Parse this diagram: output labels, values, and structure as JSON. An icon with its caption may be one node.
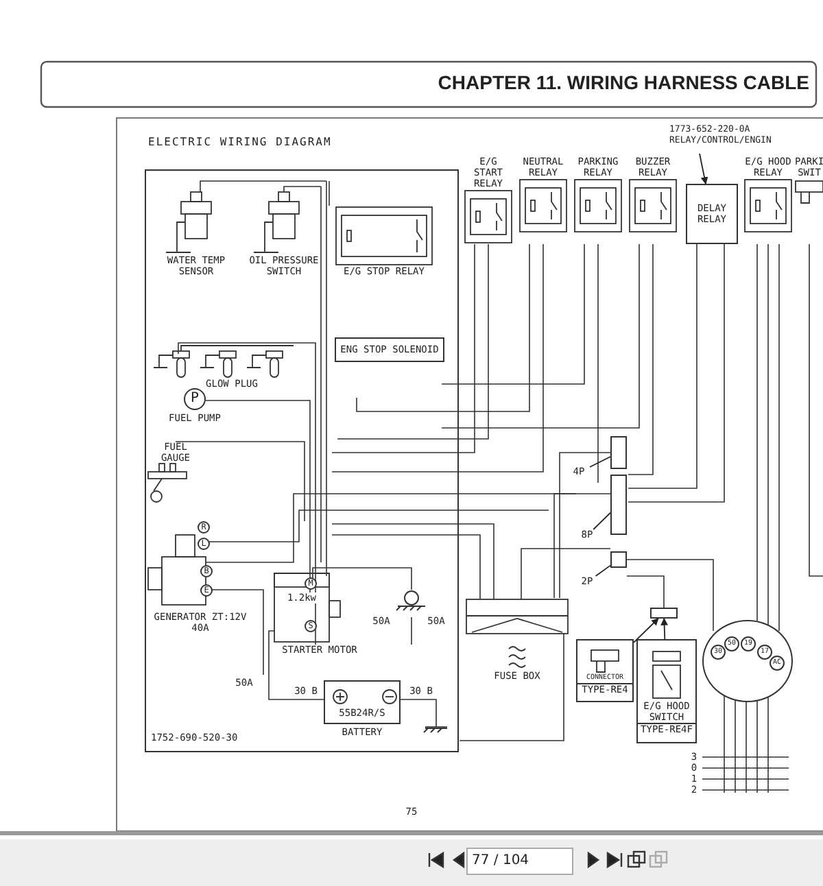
{
  "diagram": {
    "title": "CHAPTER 11. WIRING HARNESS CABLE",
    "nodes": [
      {
        "text": [
          "WATER TEMP SENSOR"
        ]
      },
      {
        "text": [
          "OIL PRESSURE SWITCH"
        ]
      },
      {
        "text": [
          "E/G STOP RELAY"
        ]
      },
      {
        "text": [
          "ENG STOP SOLENOID"
        ]
      },
      {
        "text": [
          "GLOW PLUG"
        ]
      },
      {
        "text": [
          "P"
        ],
        "beside": [
          "FUEL PUMP"
        ]
      },
      {
        "text": [
          "FUEL GAUGE"
        ]
      },
      {
        "text": [
          "GENERATOR ZT:12V 40A"
        ]
      },
      {
        "text": [
          "1.2kw",
          "STARTER MOTOR"
        ]
      },
      {
        "text": [
          "55B24R/S"
        ],
        "beside": [
          "BATTERY"
        ]
      },
      {
        "text": [
          "E/G START RELAY"
        ]
      },
      {
        "text": [
          "NEUTRAL RELAY"
        ]
      },
      {
        "text": [
          "PARKING RELAY"
        ]
      },
      {
        "text": [
          "BUZZER RELAY"
        ]
      },
      {
        "text": [
          "DELAY RELAY"
        ]
      },
      {
        "text": [
          "E/G HOOD RELAY"
        ]
      },
      {
        "text": [
          "PARKI SWIT"
        ]
      },
      {
        "text": [
          "1773-652-220-0A RELAY/CONTROL/ENGIN"
        ]
      },
      {
        "text": [
          "4P"
        ]
      },
      {
        "text": [],
        "shape": "box"
      },
      {
        "text": [
          "8P"
        ]
      },
      {
        "text": [],
        "shape": "box"
      },
      {
        "text": [
          "2P"
        ]
      },
      {
        "text": [],
        "shape": "box"
      },
      {
        "text": [
          "FUSE BOX"
        ]
      },
      {
        "text": [
          "CONNECTOR",
          "TYPE-RE4"
        ]
      },
      {
        "text": [],
        "shape": "box"
      },
      {
        "text": [
          "E/G HOOD SWITCH",
          "TYPE-RE4F"
        ]
      },
      {
        "text": [
          "30",
          "50",
          "19",
          "17",
          "AC"
        ]
      }
    ],
    "edges": [
      {
        "from": 17,
        "to": 14,
        "arrow": "to"
      },
      {
        "from": 18,
        "to": 19,
        "arrow": "none"
      },
      {
        "from": 20,
        "to": 21,
        "arrow": "none"
      },
      {
        "from": 22,
        "to": 23,
        "arrow": "none"
      },
      {
        "from": 25,
        "to": 26,
        "arrow": "to"
      },
      {
        "from": 27,
        "to": 26,
        "arrow": "to"
      }
    ],
    "labels": [
      "ELECTRIC WIRING DIAGRAM",
      "R",
      "L",
      "B",
      "E",
      "M",
      "S",
      "50A",
      "50A",
      "50A",
      "30 B",
      "30 B",
      "1752-690-520-30",
      "3",
      "0",
      "1",
      "2",
      "75",
      "77 / 104"
    ]
  }
}
